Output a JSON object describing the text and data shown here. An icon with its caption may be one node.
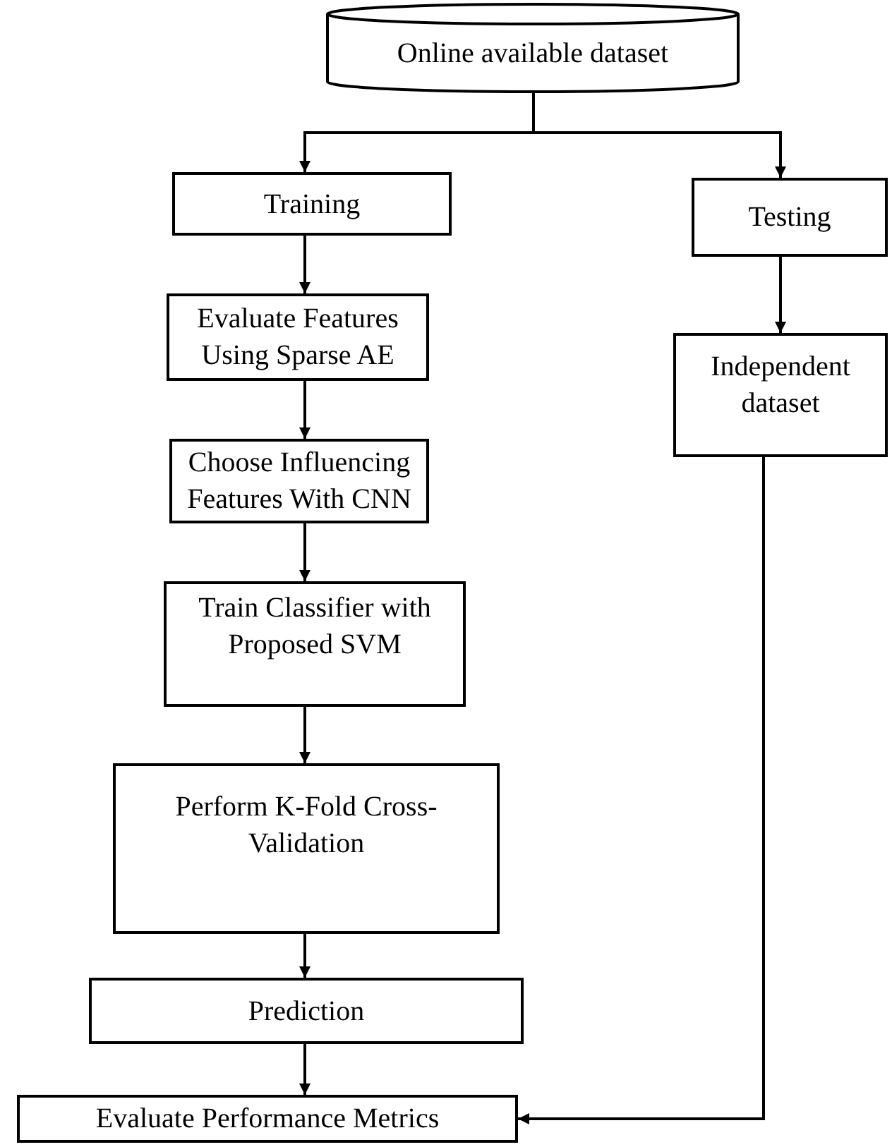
{
  "diagram": {
    "nodes": [
      {
        "text": [
          "Online available dataset"
        ]
      },
      {
        "text": [
          "Training"
        ]
      },
      {
        "text": [
          "Testing"
        ]
      },
      {
        "text": [
          "Evaluate Features Using Sparse AE"
        ]
      },
      {
        "text": [
          "Independent dataset"
        ]
      },
      {
        "text": [
          "Choose Influencing Features With CNN"
        ]
      },
      {
        "text": [
          "Train Classifier with Proposed SVM"
        ]
      },
      {
        "text": [
          "Perform K-Fold Cross-Validation"
        ]
      },
      {
        "text": [
          "Prediction"
        ]
      },
      {
        "text": [
          "Evaluate Performance Metrics"
        ]
      }
    ],
    "edges": [
      {
        "from": 0,
        "to": 1,
        "arrow": "to"
      },
      {
        "from": 0,
        "to": 2,
        "arrow": "to"
      },
      {
        "from": 1,
        "to": 3,
        "arrow": "to"
      },
      {
        "from": 3,
        "to": 5,
        "arrow": "to"
      },
      {
        "from": 5,
        "to": 6,
        "arrow": "to"
      },
      {
        "from": 6,
        "to": 7,
        "arrow": "to"
      },
      {
        "from": 7,
        "to": 8,
        "arrow": "to"
      },
      {
        "from": 8,
        "to": 9,
        "arrow": "to"
      },
      {
        "from": 2,
        "to": 4,
        "arrow": "to"
      },
      {
        "from": 4,
        "to": 9,
        "arrow": "to"
      }
    ]
  }
}
